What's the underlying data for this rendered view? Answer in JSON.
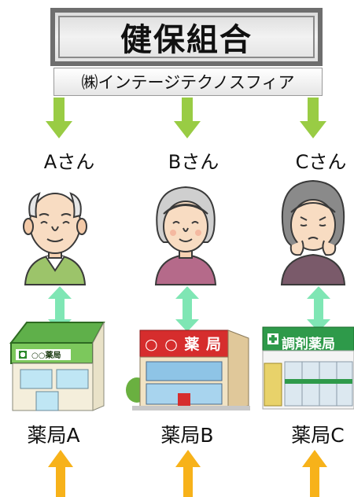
{
  "header": {
    "union_title": "健保組合",
    "company": "㈱インテージテクノスフィア"
  },
  "people": [
    {
      "label": "Aさん"
    },
    {
      "label": "Bさん"
    },
    {
      "label": "Cさん"
    }
  ],
  "pharmacies": [
    {
      "label": "薬局A",
      "sign": "○○薬局"
    },
    {
      "label": "薬局B",
      "sign": "○ ○ 薬 局"
    },
    {
      "label": "薬局C",
      "sign": "調剤薬局"
    }
  ],
  "colors": {
    "green_arrow": "#99cc44",
    "mint_arrow": "#7fe6b4",
    "orange_arrow": "#f7b21a"
  }
}
